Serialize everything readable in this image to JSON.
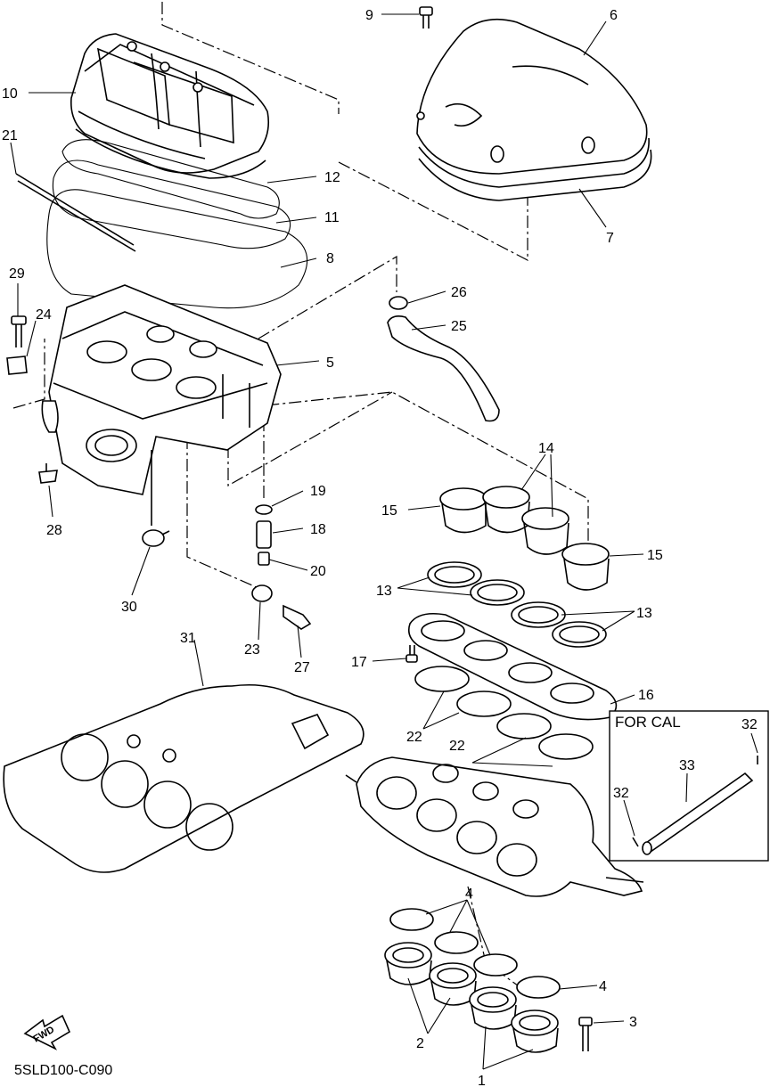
{
  "diagram_code": "5SLD100-C090",
  "inset_label": "FOR CAL",
  "fwd_label": "FWD",
  "callouts": [
    {
      "id": "c1",
      "label": "1"
    },
    {
      "id": "c2",
      "label": "2"
    },
    {
      "id": "c3",
      "label": "3"
    },
    {
      "id": "c4a",
      "label": "4"
    },
    {
      "id": "c4b",
      "label": "4"
    },
    {
      "id": "c5",
      "label": "5"
    },
    {
      "id": "c6",
      "label": "6"
    },
    {
      "id": "c7",
      "label": "7"
    },
    {
      "id": "c8",
      "label": "8"
    },
    {
      "id": "c9",
      "label": "9"
    },
    {
      "id": "c10",
      "label": "10"
    },
    {
      "id": "c11",
      "label": "11"
    },
    {
      "id": "c12",
      "label": "12"
    },
    {
      "id": "c13a",
      "label": "13"
    },
    {
      "id": "c13b",
      "label": "13"
    },
    {
      "id": "c14",
      "label": "14"
    },
    {
      "id": "c15a",
      "label": "15"
    },
    {
      "id": "c15b",
      "label": "15"
    },
    {
      "id": "c16",
      "label": "16"
    },
    {
      "id": "c17",
      "label": "17"
    },
    {
      "id": "c18",
      "label": "18"
    },
    {
      "id": "c19",
      "label": "19"
    },
    {
      "id": "c20",
      "label": "20"
    },
    {
      "id": "c21",
      "label": "21"
    },
    {
      "id": "c22a",
      "label": "22"
    },
    {
      "id": "c22b",
      "label": "22"
    },
    {
      "id": "c23",
      "label": "23"
    },
    {
      "id": "c24",
      "label": "24"
    },
    {
      "id": "c25",
      "label": "25"
    },
    {
      "id": "c26",
      "label": "26"
    },
    {
      "id": "c27",
      "label": "27"
    },
    {
      "id": "c28",
      "label": "28"
    },
    {
      "id": "c29",
      "label": "29"
    },
    {
      "id": "c30",
      "label": "30"
    },
    {
      "id": "c31",
      "label": "31"
    },
    {
      "id": "c32a",
      "label": "32"
    },
    {
      "id": "c32b",
      "label": "32"
    },
    {
      "id": "c33",
      "label": "33"
    }
  ]
}
